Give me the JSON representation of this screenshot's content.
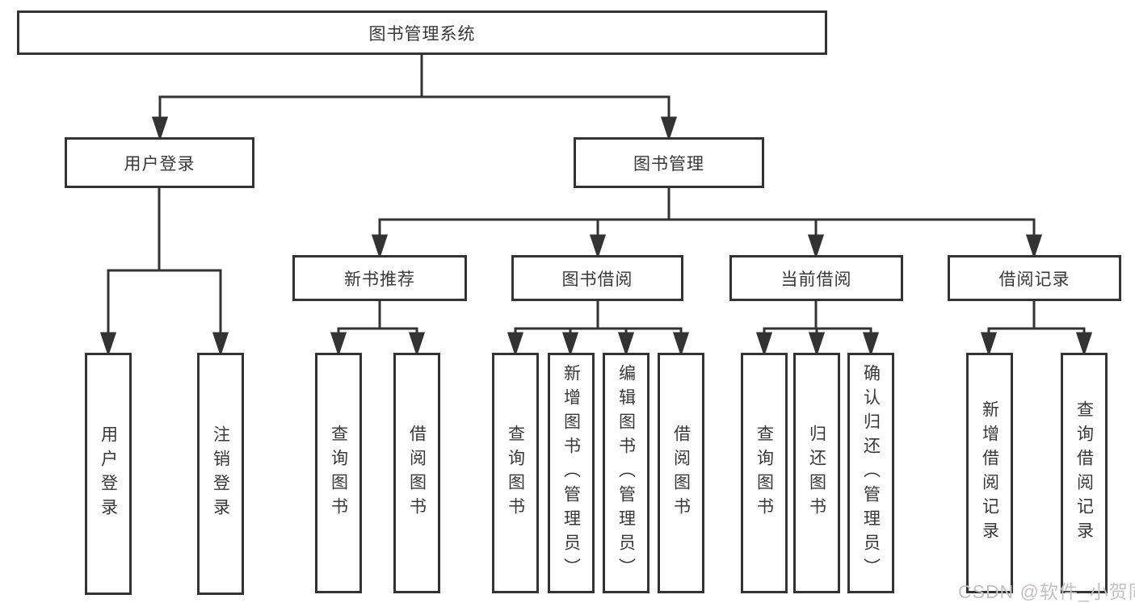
{
  "diagram": {
    "title": "图书管理系统",
    "type": "hierarchy-tree",
    "colors": {
      "line": "#333333",
      "box_border": "#333333",
      "box_bg": "#ffffff",
      "text": "#383838",
      "watermark": "#c3c0c0"
    },
    "nodes": {
      "root": {
        "label": "图书管理系统"
      },
      "level2": [
        {
          "id": "user-login",
          "label": "用户登录"
        },
        {
          "id": "book-management",
          "label": "图书管理"
        }
      ],
      "level3": [
        {
          "id": "new-book-recommend",
          "parent": "book-management",
          "label": "新书推荐"
        },
        {
          "id": "book-borrow",
          "parent": "book-management",
          "label": "图书借阅"
        },
        {
          "id": "current-borrow",
          "parent": "book-management",
          "label": "当前借阅"
        },
        {
          "id": "borrow-records",
          "parent": "book-management",
          "label": "借阅记录"
        }
      ],
      "level4": [
        {
          "parent": "user-login",
          "label": "用户登录"
        },
        {
          "parent": "user-login",
          "label": "注销登录"
        },
        {
          "parent": "new-book-recommend",
          "label": "查询图书"
        },
        {
          "parent": "new-book-recommend",
          "label": "借阅图书"
        },
        {
          "parent": "book-borrow",
          "label": "查询图书"
        },
        {
          "parent": "book-borrow",
          "label": "新增图书（管理员）"
        },
        {
          "parent": "book-borrow",
          "label": "编辑图书（管理员）"
        },
        {
          "parent": "book-borrow",
          "label": "借阅图书"
        },
        {
          "parent": "current-borrow",
          "label": "查询图书"
        },
        {
          "parent": "current-borrow",
          "label": "归还图书"
        },
        {
          "parent": "current-borrow",
          "label": "确认归还（管理员）"
        },
        {
          "parent": "borrow-records",
          "label": "新增借阅记录"
        },
        {
          "parent": "borrow-records",
          "label": "查询借阅记录"
        }
      ]
    },
    "watermark": {
      "text": "CSDN @软件_小贺同学"
    }
  }
}
